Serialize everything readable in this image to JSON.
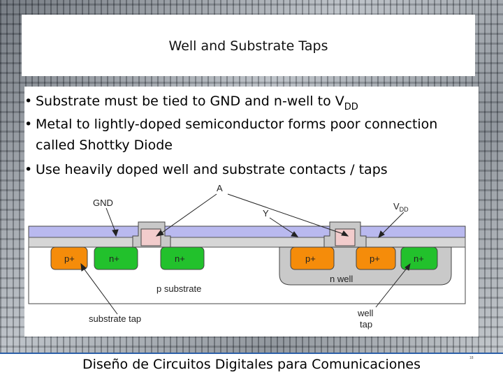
{
  "slide": {
    "title": "Well and Substrate Taps",
    "bullets": {
      "b1_text": "Substrate must be tied to GND and n-well to V",
      "b1_sub": "DD",
      "b2_line1": "Metal to lightly-doped semiconductor forms poor connection",
      "b2_line2": "called Shottky Diode",
      "b3_text": "Use heavily doped well and substrate contacts / taps",
      "bullet_char": "•"
    }
  },
  "diagram": {
    "labels": {
      "a": "A",
      "gnd": "GND",
      "y": "Y",
      "v": "V",
      "v_sub": "DD",
      "pplus": "p+",
      "nplus": "n+",
      "p_substrate": "p substrate",
      "n_well": "n well",
      "substrate_tap": "substrate tap",
      "well_line1": "well",
      "well_line2": "tap"
    },
    "colors": {
      "oxide": "#b9b9ef",
      "metal": "#c8c8c8",
      "contact": "#f2cccc",
      "pplus": "#f58c0a",
      "nplus": "#22c12c",
      "nwell": "#c9c9c9",
      "substrate": "#ffffff"
    }
  },
  "footer": {
    "text": "Diseño de Circuitos Digitales para Comunicaciones",
    "page_number": "18"
  }
}
